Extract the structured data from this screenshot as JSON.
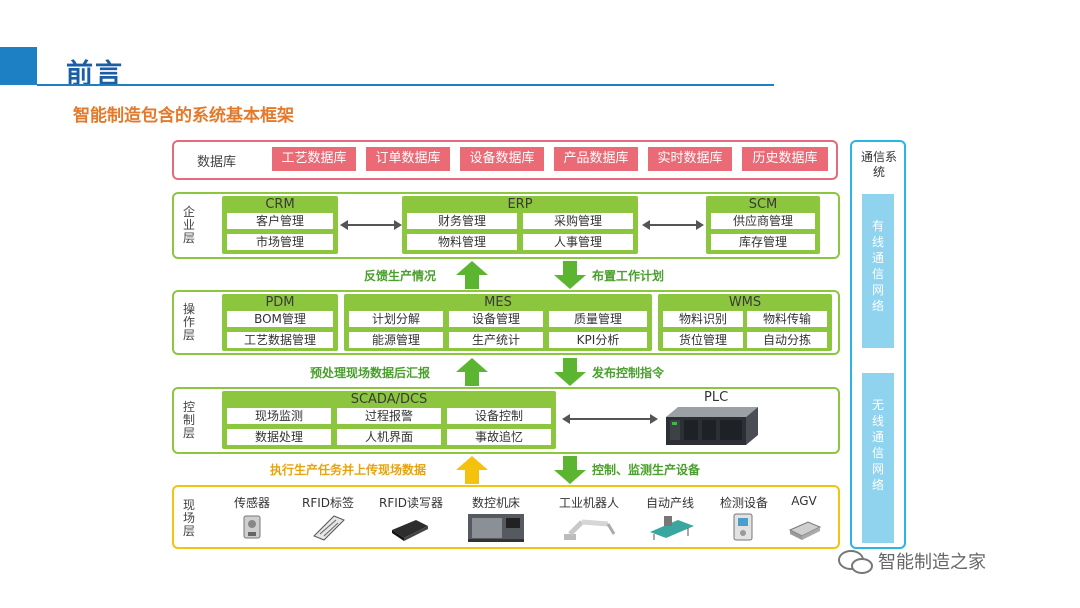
{
  "header": {
    "title": "前言",
    "subtitle": "智能制造包含的系统基本框架"
  },
  "database": {
    "label": "数据库",
    "items": [
      "工艺数据库",
      "订单数据库",
      "设备数据库",
      "产品数据库",
      "实时数据库",
      "历史数据库"
    ]
  },
  "enterprise": {
    "label": "企业层",
    "crm": {
      "title": "CRM",
      "cells": [
        "客户管理",
        "市场管理"
      ]
    },
    "erp": {
      "title": "ERP",
      "cells": [
        "财务管理",
        "采购管理",
        "物料管理",
        "人事管理"
      ]
    },
    "scm": {
      "title": "SCM",
      "cells": [
        "供应商管理",
        "库存管理"
      ]
    }
  },
  "arrows1": {
    "up": "反馈生产情况",
    "down": "布置工作计划"
  },
  "operation": {
    "label": "操作层",
    "pdm": {
      "title": "PDM",
      "cells": [
        "BOM管理",
        "工艺数据管理"
      ]
    },
    "mes": {
      "title": "MES",
      "cells": [
        "计划分解",
        "设备管理",
        "质量管理",
        "能源管理",
        "生产统计",
        "KPI分析"
      ]
    },
    "wms": {
      "title": "WMS",
      "cells": [
        "物料识别",
        "物料传输",
        "货位管理",
        "自动分拣"
      ]
    }
  },
  "arrows2": {
    "up": "预处理现场数据后汇报",
    "down": "发布控制指令"
  },
  "control": {
    "label": "控制层",
    "scada": {
      "title": "SCADA/DCS",
      "cells": [
        "现场监测",
        "过程报警",
        "设备控制",
        "数据处理",
        "人机界面",
        "事故追忆"
      ]
    },
    "plc": "PLC"
  },
  "arrows3": {
    "up": "执行生产任务并上传现场数据",
    "down": "控制、监测生产设备"
  },
  "field": {
    "label": "现场层",
    "devices": [
      "传感器",
      "RFID标签",
      "RFID读写器",
      "数控机床",
      "工业机器人",
      "自动产线",
      "检测设备",
      "AGV"
    ]
  },
  "comm": {
    "title": "通信系统",
    "wired": "有线通信网络",
    "wireless": "无线通信网络"
  },
  "watermark": "智能制造之家",
  "colors": {
    "accent": "#1d7fc4",
    "db": "#ea6a76",
    "green": "#8cc63f",
    "yellow": "#f1c40f",
    "comm": "#29b6e2"
  }
}
